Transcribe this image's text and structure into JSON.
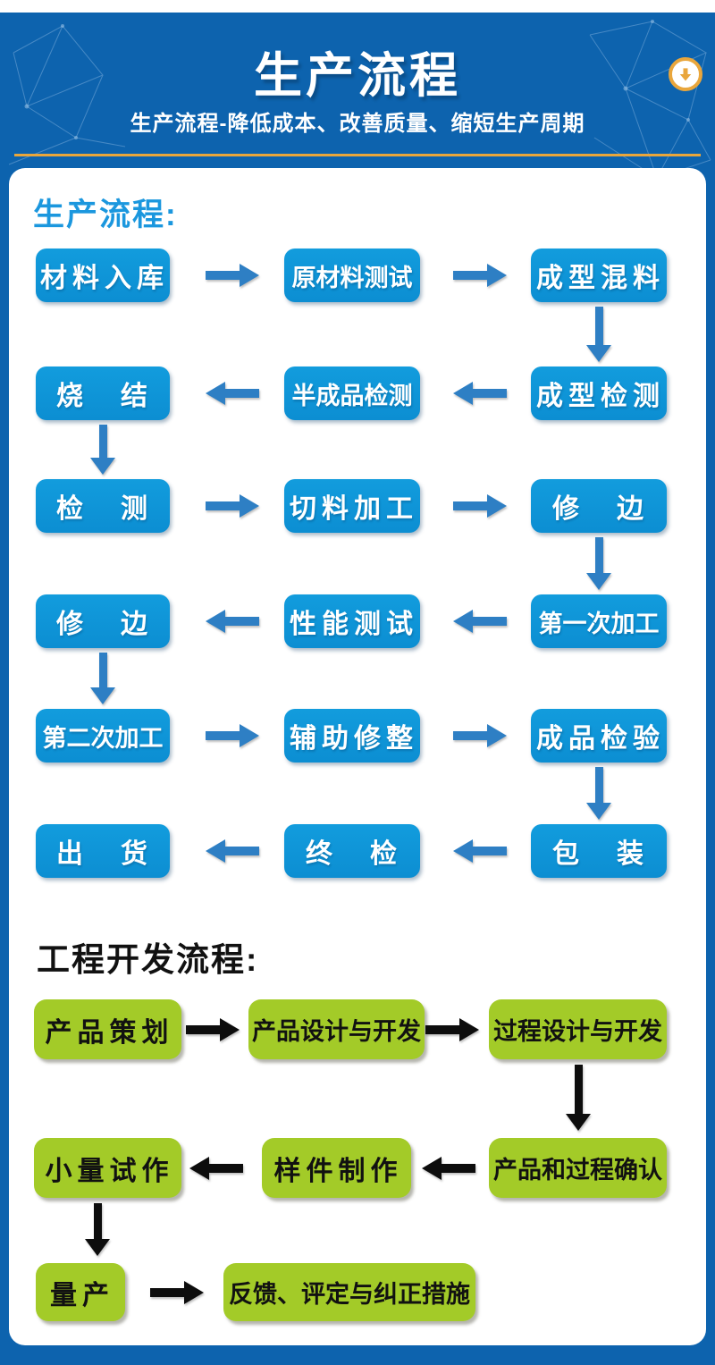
{
  "header": {
    "title": "生产流程",
    "subtitle": "生产流程-降低成本、改善质量、缩短生产周期",
    "scroll_icon": "circle-down-arrow-icon",
    "colors": {
      "background_blue": "#0d63ae",
      "accent_gold": "#e9a63c",
      "title_text": "#ffffff"
    }
  },
  "production_flow": {
    "heading": "生产流程:",
    "heading_color": "#1b97de",
    "box_color": "#0d93d8",
    "box_text_color": "#ffffff",
    "arrow_color": "#2e7fc4",
    "rows": [
      {
        "boxes": [
          "材料入库",
          "原材料测试",
          "成型混料"
        ],
        "direction": "right"
      },
      {
        "boxes": [
          "烧　结",
          "半成品检测",
          "成型检测"
        ],
        "direction": "left"
      },
      {
        "boxes": [
          "检　测",
          "切料加工",
          "修　边"
        ],
        "direction": "right"
      },
      {
        "boxes": [
          "修　边",
          "性能测试",
          "第一次加工"
        ],
        "direction": "left"
      },
      {
        "boxes": [
          "第二次加工",
          "辅助修整",
          "成品检验"
        ],
        "direction": "right"
      },
      {
        "boxes": [
          "出　货",
          "终　检",
          "包　装"
        ],
        "direction": "left"
      }
    ],
    "row_connectors": [
      "right-column-down",
      "left-column-down",
      "right-column-down",
      "left-column-down",
      "right-column-down"
    ]
  },
  "engineering_flow": {
    "heading": "工程开发流程:",
    "heading_color": "#111111",
    "box_color": "#a3cb28",
    "box_text_color": "#111111",
    "arrow_color": "#0d0d0d",
    "rows": [
      {
        "boxes": [
          "产品策划",
          "产品设计与开发",
          "过程设计与开发"
        ],
        "direction": "right"
      },
      {
        "boxes": [
          "小量试作",
          "样件制作",
          "产品和过程确认"
        ],
        "direction": "left"
      },
      {
        "boxes": [
          "量产",
          "反馈、评定与纠正措施"
        ],
        "direction": "right"
      }
    ],
    "row_connectors": [
      "right-column-down",
      "left-column-down"
    ]
  }
}
